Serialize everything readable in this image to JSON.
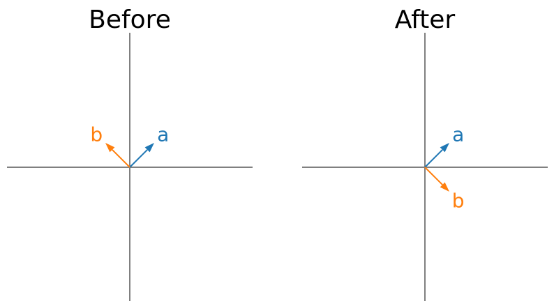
{
  "colors": {
    "axis": "#808080",
    "vector_a": "#1f77b4",
    "vector_b": "#ff7f0e"
  },
  "panels": [
    {
      "title": "Before",
      "vectors": [
        {
          "label": "a",
          "dx": 1,
          "dy": 1,
          "color": "#1f77b4"
        },
        {
          "label": "b",
          "dx": -1,
          "dy": 1,
          "color": "#ff7f0e"
        }
      ]
    },
    {
      "title": "After",
      "vectors": [
        {
          "label": "a",
          "dx": 1,
          "dy": 1,
          "color": "#1f77b4"
        },
        {
          "label": "b",
          "dx": 1,
          "dy": -1,
          "color": "#ff7f0e"
        }
      ]
    }
  ]
}
